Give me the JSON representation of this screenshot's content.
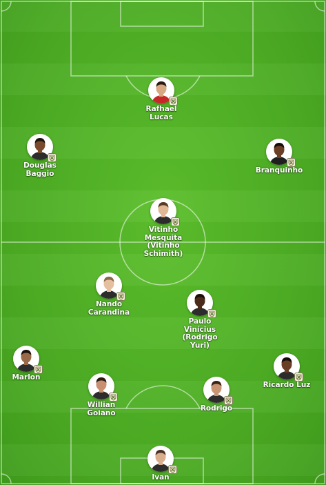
{
  "colors": {
    "pitch": "#4caf24",
    "lines": "#ffffff"
  },
  "players": [
    {
      "id": "rafhael-lucas",
      "lines": [
        "Rafhael",
        "Lucas"
      ],
      "skin": "#d8a882",
      "hair": "#2a1a12",
      "shirt": "#c62828"
    },
    {
      "id": "douglas-baggio",
      "lines": [
        "Douglas",
        "Baggio"
      ],
      "skin": "#7a4a2c",
      "hair": "#1c120c",
      "shirt": "#2c2c2c"
    },
    {
      "id": "branquinho",
      "lines": [
        "Branquinho"
      ],
      "skin": "#6b3f25",
      "hair": "#140c08",
      "shirt": "#1f1f1f"
    },
    {
      "id": "vitinho-mesquita",
      "lines": [
        "Vitinho",
        "Mesquita",
        "(Vitinho",
        "Schimith)"
      ],
      "skin": "#e0b896",
      "hair": "#5a3a22",
      "shirt": "#2c2c2c"
    },
    {
      "id": "nando-carandina",
      "lines": [
        "Nando",
        "Carandina"
      ],
      "skin": "#e4c0a0",
      "hair": "#8a6a44",
      "shirt": "#2c2c2c"
    },
    {
      "id": "paulo-vinicius",
      "lines": [
        "Paulo",
        "Vinícius",
        "(Rodrigo",
        "Yuri)"
      ],
      "skin": "#4a2a18",
      "hair": "#1a0e08",
      "shirt": "#2c2c2c"
    },
    {
      "id": "marlon",
      "lines": [
        "Marlon"
      ],
      "skin": "#9a6a48",
      "hair": "#1a120c",
      "shirt": "#2c2c2c"
    },
    {
      "id": "willian-goiano",
      "lines": [
        "Willian",
        "Goiano"
      ],
      "skin": "#c89070",
      "hair": "#2a1a10",
      "shirt": "#2c2c2c"
    },
    {
      "id": "rodrigo",
      "lines": [
        "Rodrigo"
      ],
      "skin": "#c89474",
      "hair": "#3a2416",
      "shirt": "#2c2c2c"
    },
    {
      "id": "ricardo-luz",
      "lines": [
        "Ricardo Luz"
      ],
      "skin": "#6a3e24",
      "hair": "#140c08",
      "shirt": "#2c2c2c"
    },
    {
      "id": "ivan",
      "lines": [
        "Ivan"
      ],
      "skin": "#d8ae8c",
      "hair": "#4a3020",
      "shirt": "#2c2c2c"
    }
  ]
}
